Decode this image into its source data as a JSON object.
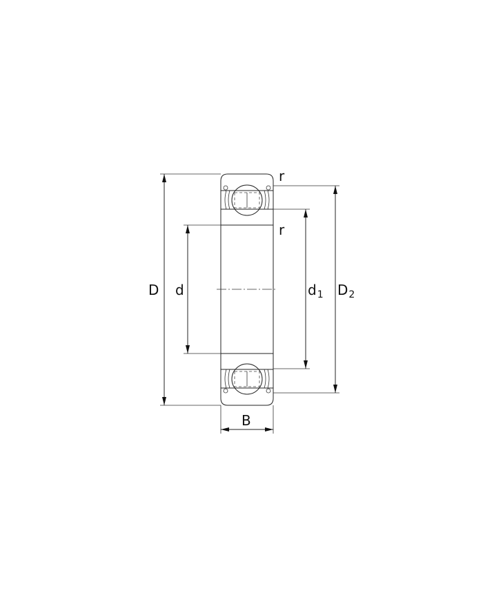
{
  "labels": {
    "outer_diameter": "D",
    "bore_diameter": "d",
    "inner_ring_diameter": {
      "base": "d",
      "sub": "1"
    },
    "outer_ring_diameter": {
      "base": "D",
      "sub": "2"
    },
    "width": "B",
    "chamfer_top": "r",
    "chamfer_inner": "r"
  },
  "colors": {
    "line": "#222222",
    "background": "#ffffff"
  }
}
